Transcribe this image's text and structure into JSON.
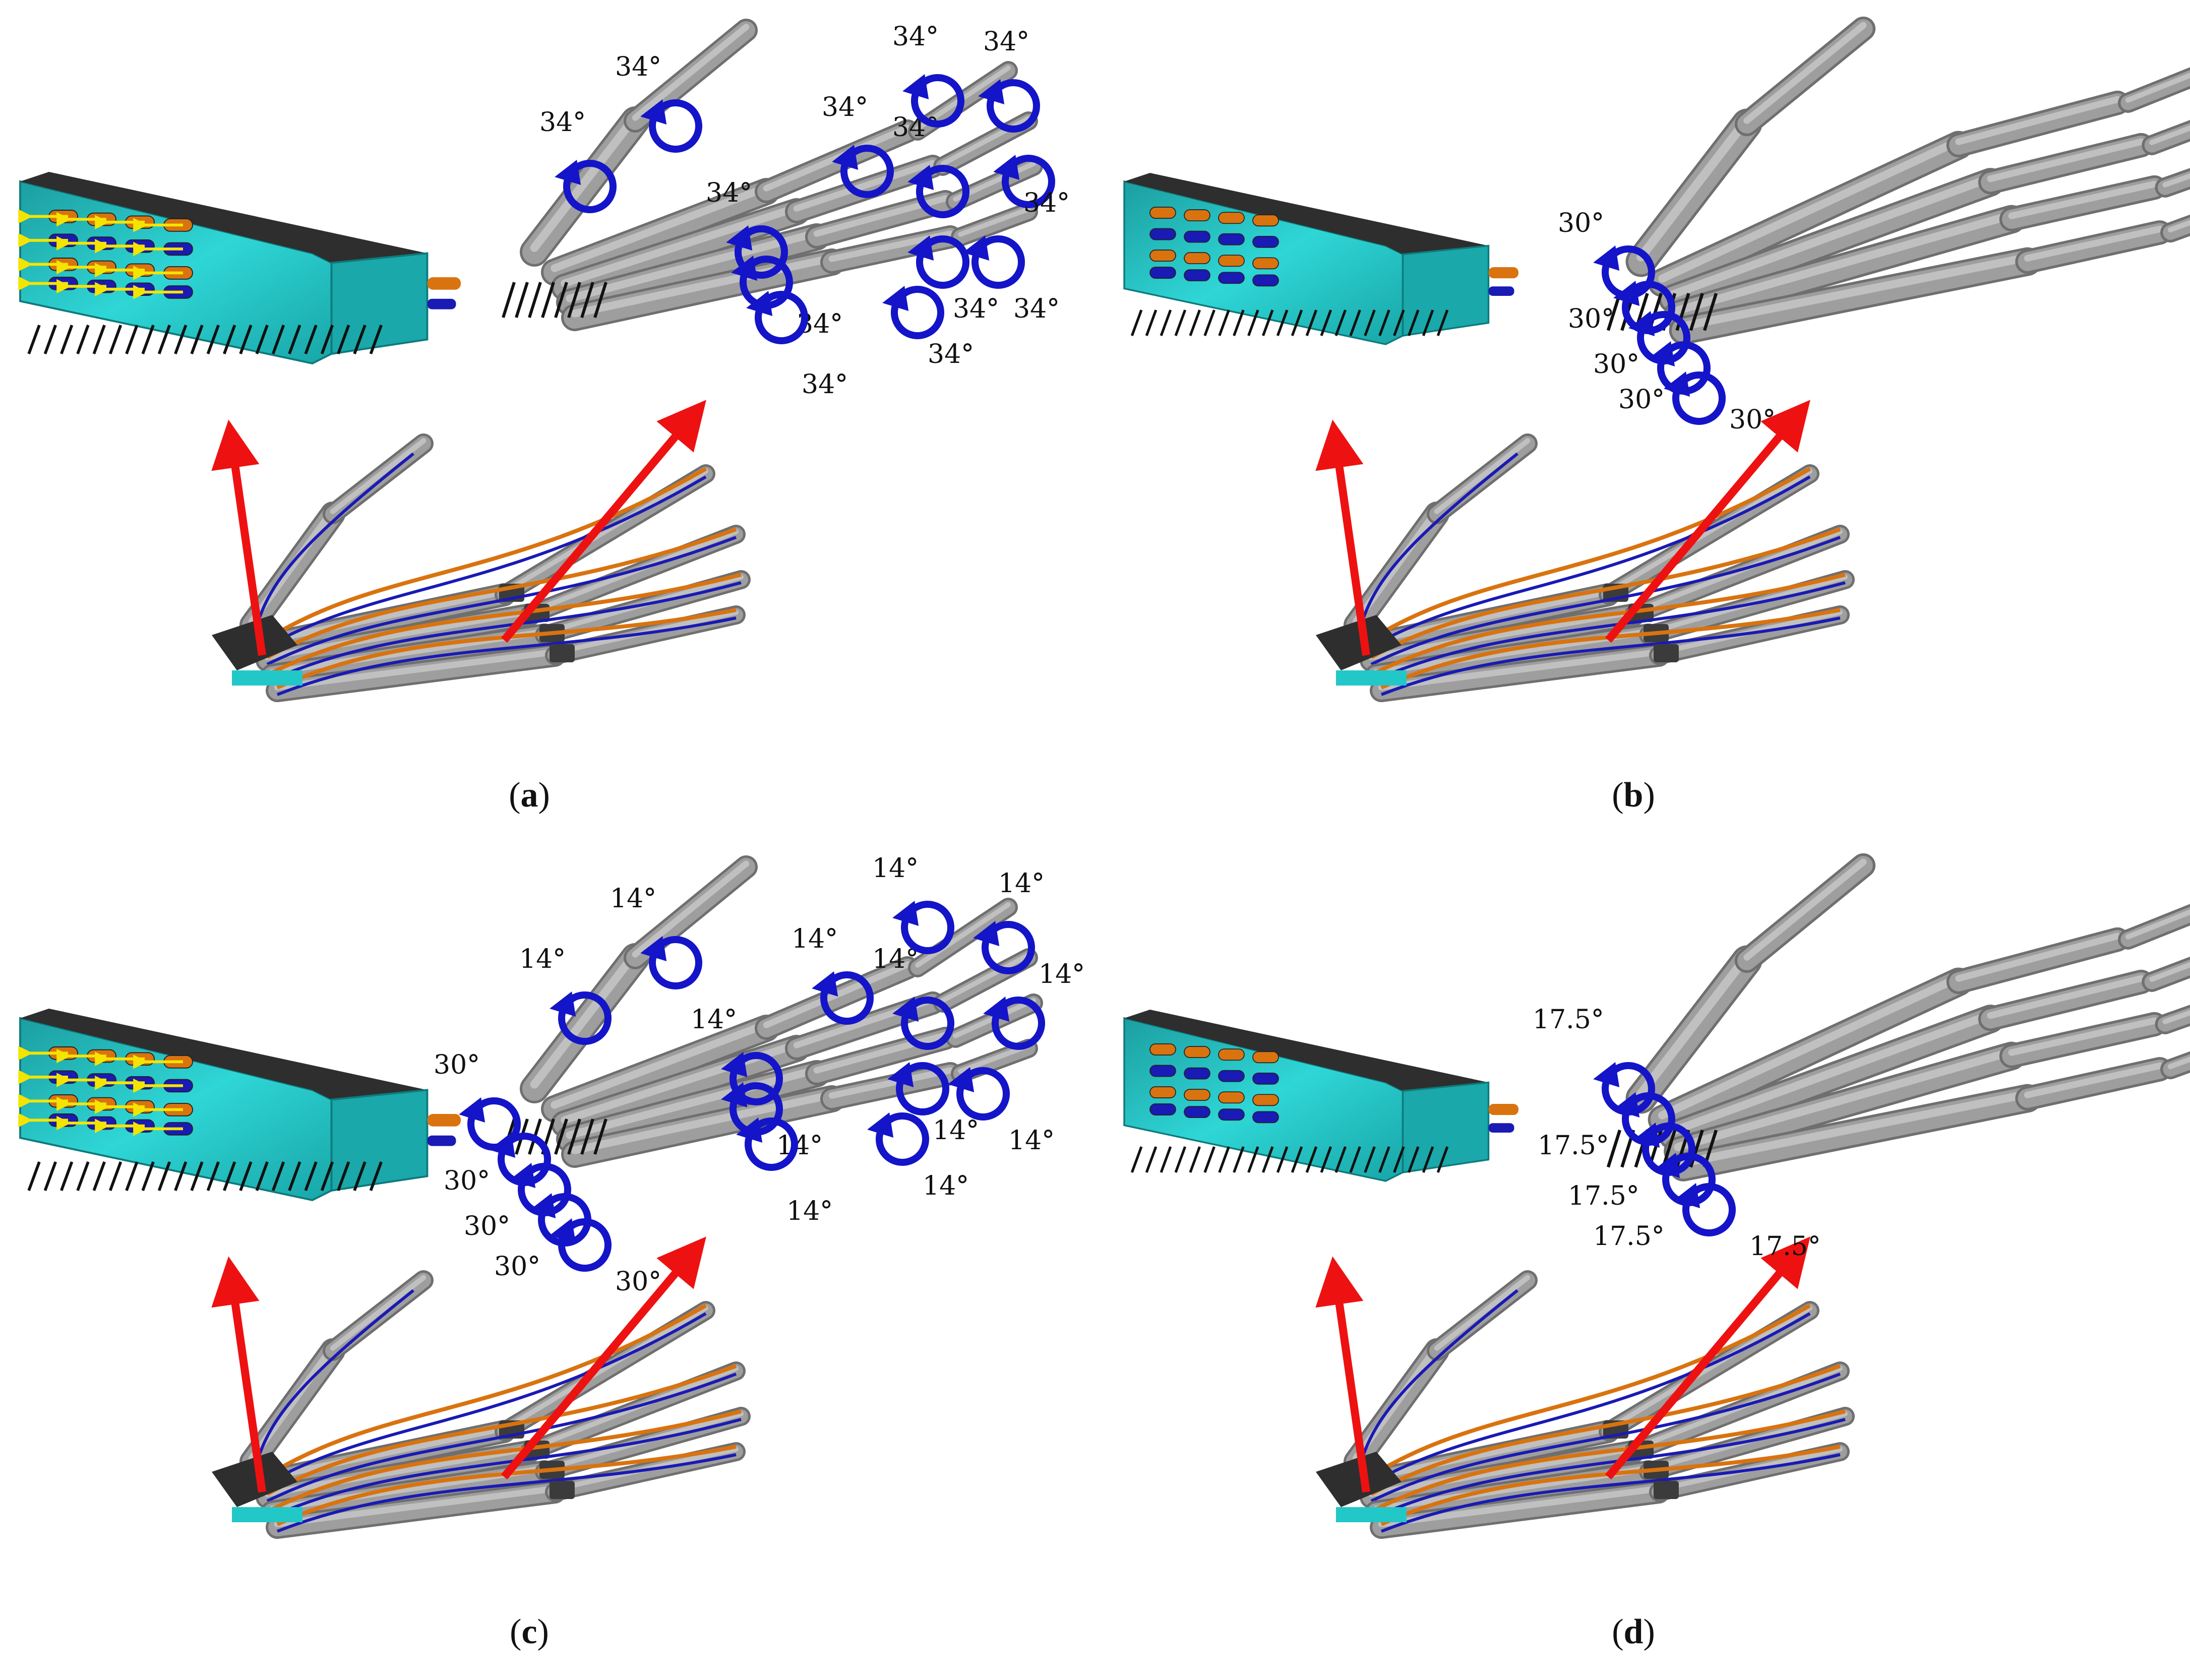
{
  "colors": {
    "bone": "#9e9e9e",
    "bone_light": "#c9c9c9",
    "bone_dark": "#6f6f6f",
    "rotation_arrow": "#1414c8",
    "force_arrow": "#ee1111",
    "tendon_orange": "#d9730f",
    "tendon_blue": "#1a1ab4",
    "actuator_teal": "#22c7c7",
    "actuator_top": "#2e2e2e",
    "ground_hatch": "#111111",
    "pull_arrow": "#f5e400",
    "sleeve": "#3b3b3b"
  },
  "icons": [
    "rotation-arrow-icon",
    "force-arrow-icon",
    "ground-hatch-icon",
    "actuator-block-icon",
    "pull-arrow-icon"
  ],
  "panels": [
    {
      "id": "a",
      "caption": {
        "open": "(",
        "letter": "a",
        "close": ")"
      },
      "angle_labels": [
        "34°",
        "34°",
        "34°",
        "34°",
        "34°",
        "34°",
        "34°",
        "34°",
        "34°",
        "34°",
        "34°",
        "34°",
        "34°"
      ]
    },
    {
      "id": "b",
      "caption": {
        "open": "(",
        "letter": "b",
        "close": ")"
      },
      "angle_labels": [
        "30°",
        "30°",
        "30°",
        "30°",
        "30°"
      ]
    },
    {
      "id": "c",
      "caption": {
        "open": "(",
        "letter": "c",
        "close": ")"
      },
      "angle_labels": [
        "14°",
        "14°",
        "14°",
        "14°",
        "14°",
        "14°",
        "14°",
        "14°",
        "14°",
        "14°",
        "14°",
        "14°",
        "14°",
        "30°",
        "30°",
        "30°",
        "30°",
        "30°"
      ]
    },
    {
      "id": "d",
      "caption": {
        "open": "(",
        "letter": "d",
        "close": ")"
      },
      "angle_labels": [
        "17.5°",
        "17.5°",
        "17.5°",
        "17.5°",
        "17.5°"
      ]
    }
  ]
}
